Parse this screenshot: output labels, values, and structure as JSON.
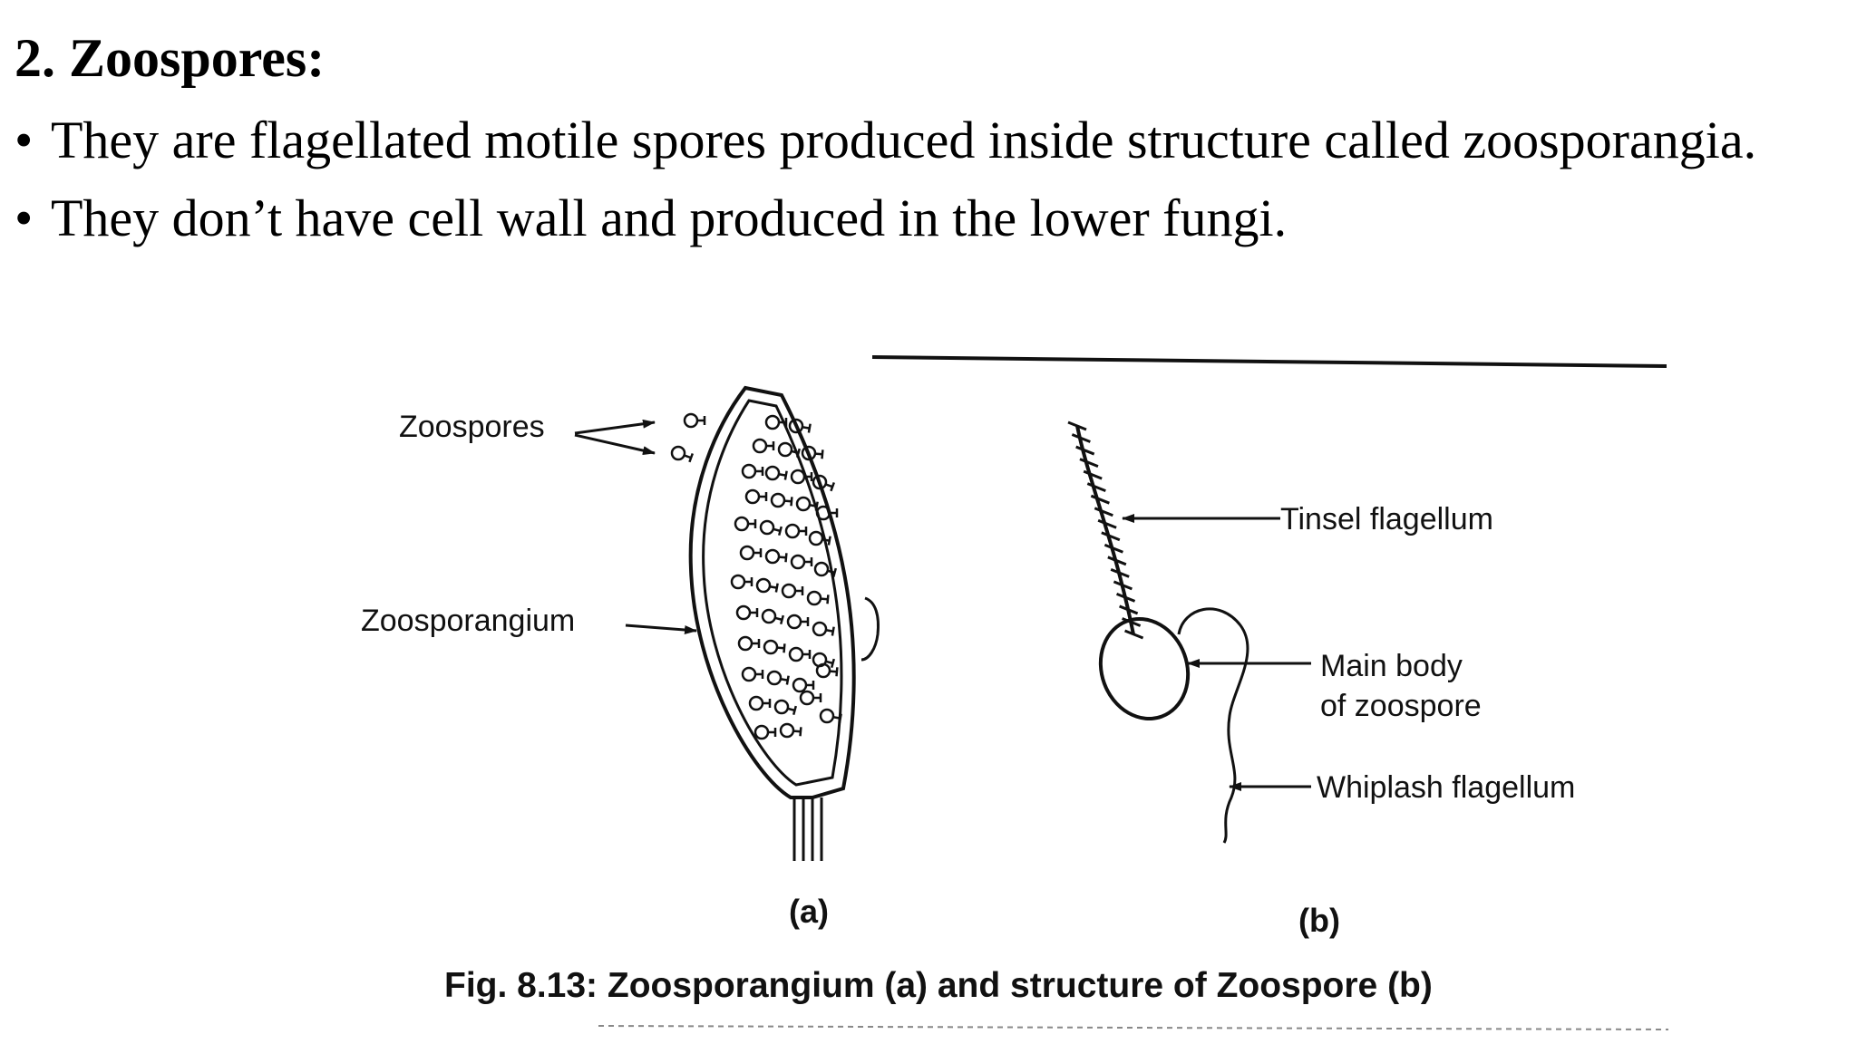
{
  "section": {
    "heading": "2. Zoospores:"
  },
  "bullets": [
    "They are flagellated motile spores produced inside structure called zoosporangia.",
    "They don’t have cell wall and produced in the lower fungi."
  ],
  "figure": {
    "labels": {
      "zoospores": "Zoospores",
      "zoosporangium": "Zoosporangium",
      "tinsel_flagellum": "Tinsel flagellum",
      "main_body_line1": "Main body",
      "main_body_line2": "of zoospore",
      "whiplash_flagellum": "Whiplash flagellum"
    },
    "sublabel_a": "(a)",
    "sublabel_b": "(b)",
    "caption": "Fig. 8.13: Zoosporangium (a) and structure of Zoospore (b)",
    "ink_color": "#111111"
  }
}
